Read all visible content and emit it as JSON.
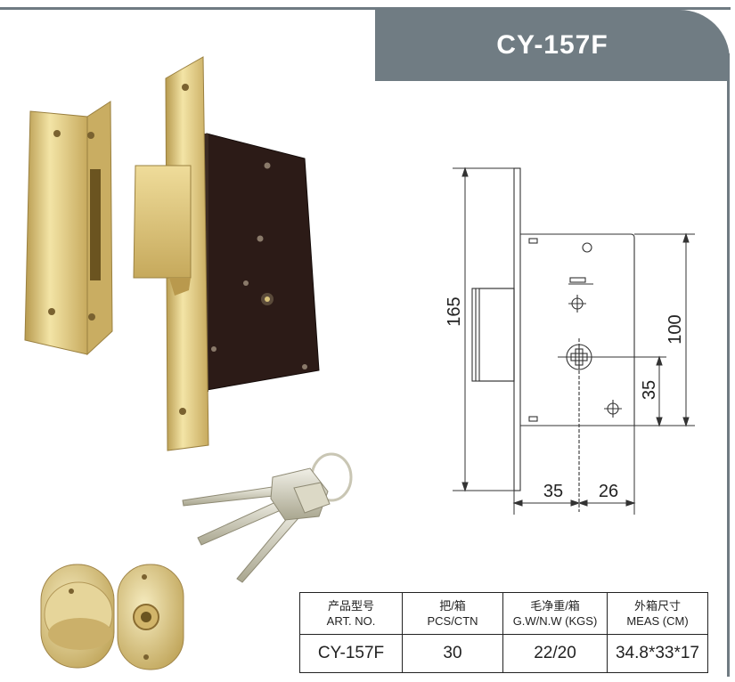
{
  "title": "CY-157F",
  "drawing": {
    "dim_height": "165",
    "dim_case": "100",
    "dim_backset_v": "35",
    "dim_backset_h": "35",
    "dim_depth": "26"
  },
  "table": {
    "headers": [
      {
        "cn": "产品型号",
        "en": "ART. NO."
      },
      {
        "cn": "把/箱",
        "en": "PCS/CTN"
      },
      {
        "cn": "毛净重/箱",
        "en": "G.W/N.W (KGS)"
      },
      {
        "cn": "外箱尺寸",
        "en": "MEAS (CM)"
      }
    ],
    "row": [
      "CY-157F",
      "30",
      "22/20",
      "34.8*33*17"
    ]
  },
  "colors": {
    "banner": "#707c83",
    "brass": "#d8c27a",
    "lock_body": "#2a1a16"
  },
  "icons": [
    "strike-plate-image",
    "mortise-lock-image",
    "keys-image",
    "escutcheon-image"
  ]
}
